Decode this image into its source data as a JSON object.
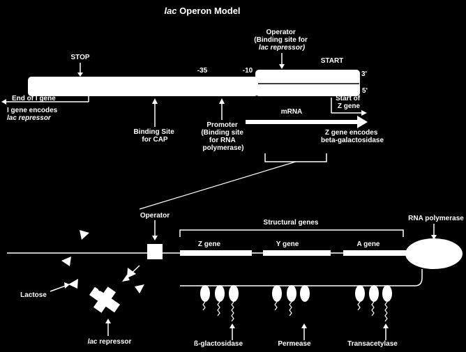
{
  "title": {
    "prefix": "lac",
    "rest": " Operon Model"
  },
  "top": {
    "stop": "STOP",
    "start": "START",
    "minus35": "-35",
    "minus10": "-10",
    "three_prime": "3'",
    "five_prime": "5'",
    "operator_label": [
      "Operator",
      "(Binding site for",
      "lac repressor)"
    ],
    "end_of_i_gene": "End of I gene",
    "i_gene_encodes": [
      "I gene encodes",
      "lac repressor"
    ],
    "binding_site_cap": [
      "Binding Site",
      "for CAP"
    ],
    "promoter": [
      "Promoter",
      "(Binding site",
      "for RNA",
      "polymerase)"
    ],
    "mrna": "mRNA",
    "start_of_z": [
      "Start of",
      "Z gene"
    ],
    "z_gene_encodes": [
      "Z gene encodes",
      "beta-galactosidase"
    ]
  },
  "bottom": {
    "operator": "Operator",
    "structural_genes": "Structural genes",
    "rna_polymerase": "RNA polymerase",
    "z_gene": "Z gene",
    "y_gene": "Y gene",
    "a_gene": "A gene",
    "lactose": "Lactose",
    "lac_repressor_prefix": "lac",
    "lac_repressor_rest": " repressor",
    "b_galactosidase": "ß-glactosidase",
    "permease": "Permease",
    "transacetylase": "Transacetylase"
  }
}
